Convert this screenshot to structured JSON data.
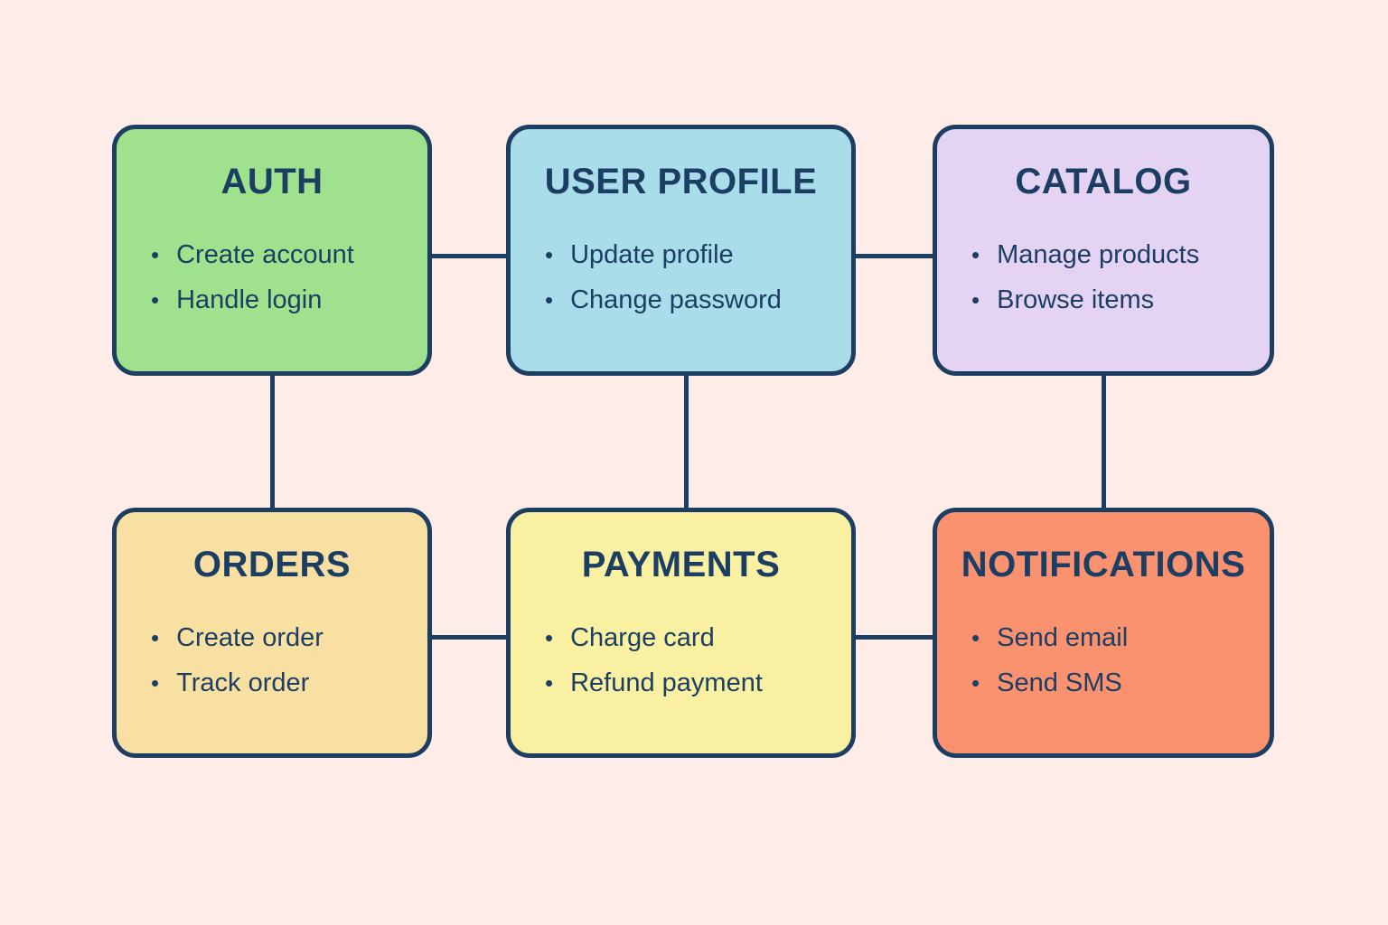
{
  "page": {
    "background": "#fdece7",
    "ink": "#1d3e63"
  },
  "diagram": {
    "bullet_char": "•",
    "nodes": [
      {
        "id": "auth",
        "title": "AUTH",
        "fill": "#a0e18d",
        "items": [
          "Create account",
          "Handle login"
        ]
      },
      {
        "id": "user-profile",
        "title": "USER PROFILE",
        "fill": "#a8dde9",
        "items": [
          "Update profile",
          "Change password"
        ]
      },
      {
        "id": "catalog",
        "title": "CATALOG",
        "fill": "#e5d3f4",
        "items": [
          "Manage products",
          "Browse items"
        ]
      },
      {
        "id": "orders",
        "title": "ORDERS",
        "fill": "#f8dfa2",
        "items": [
          "Create order",
          "Track order"
        ]
      },
      {
        "id": "payments",
        "title": "PAYMENTS",
        "fill": "#f9f0a1",
        "items": [
          "Charge card",
          "Refund payment"
        ]
      },
      {
        "id": "notifications",
        "title": "NOTIFICATIONS",
        "fill": "#fa9270",
        "items": [
          "Send email",
          "Send SMS"
        ]
      }
    ],
    "edges": [
      {
        "from": "auth",
        "to": "user-profile"
      },
      {
        "from": "user-profile",
        "to": "catalog"
      },
      {
        "from": "orders",
        "to": "payments"
      },
      {
        "from": "payments",
        "to": "notifications"
      },
      {
        "from": "auth",
        "to": "orders"
      },
      {
        "from": "user-profile",
        "to": "payments"
      },
      {
        "from": "catalog",
        "to": "notifications"
      }
    ]
  }
}
